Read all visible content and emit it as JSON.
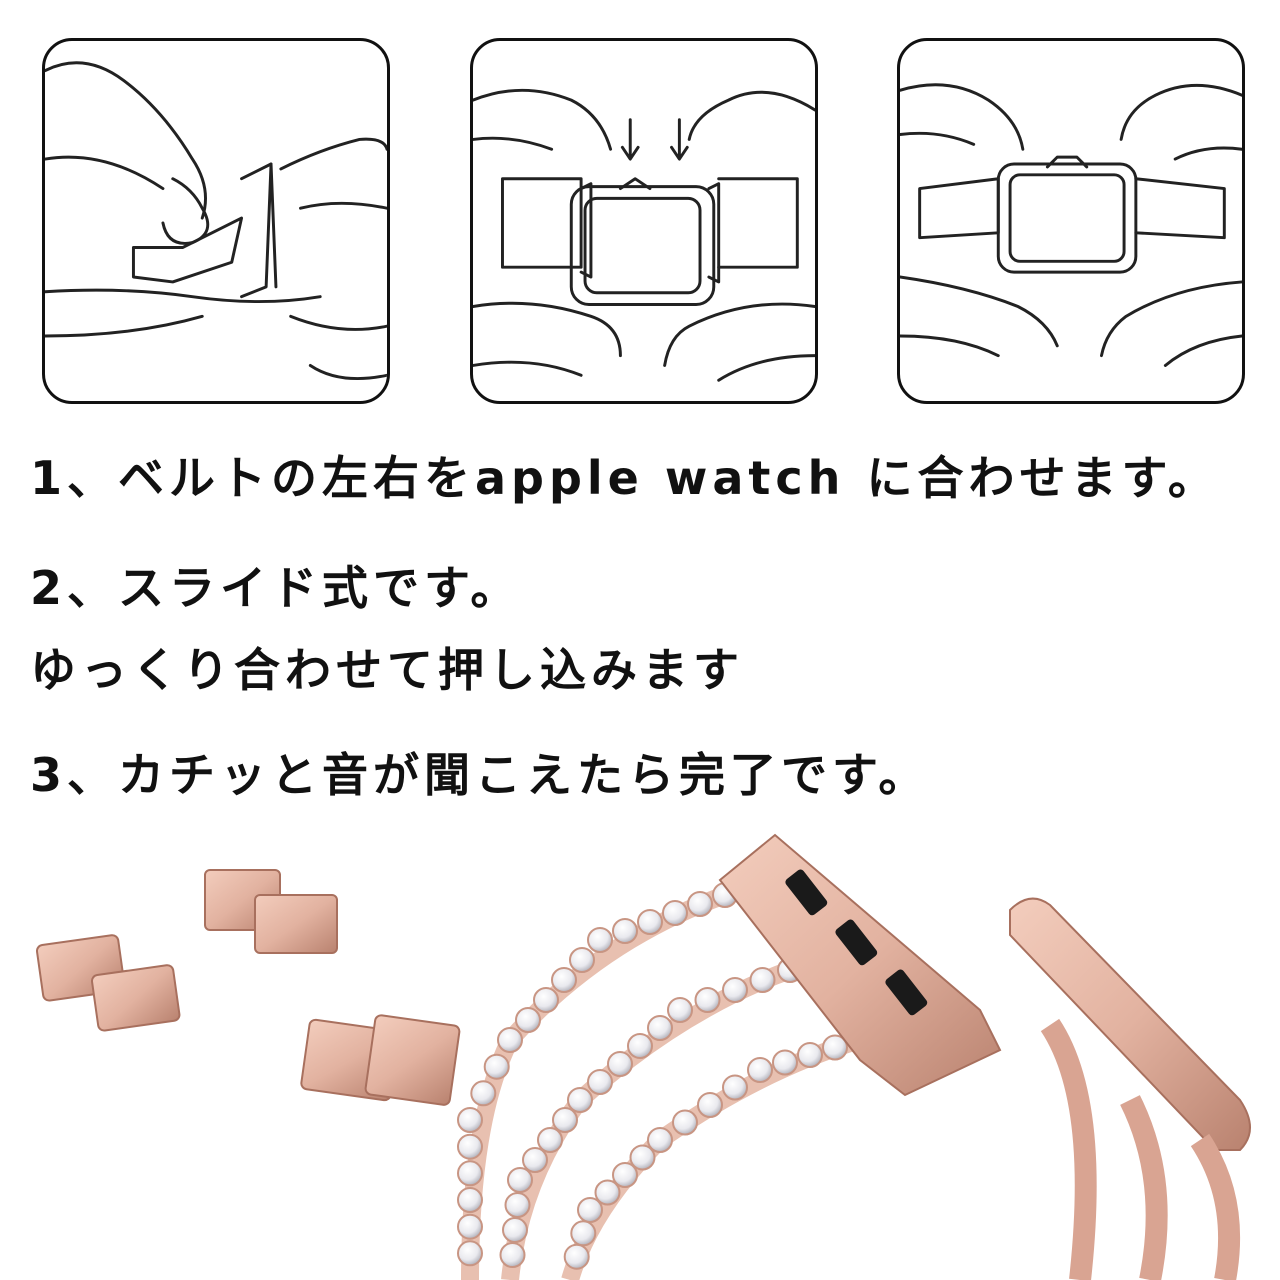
{
  "instructions": {
    "step1": "1、ベルトの左右をapple watch に合わせます。",
    "step2": "2、スライド式です。",
    "step2_detail": "ゆっくり合わせて押し込みます",
    "step3": "3、カチッと音が聞こえたら完了です。"
  },
  "colors": {
    "rose_gold": "#e2b2a0",
    "rose_gold_dark": "#b9826f",
    "line_art": "#222222",
    "text": "#111111"
  }
}
